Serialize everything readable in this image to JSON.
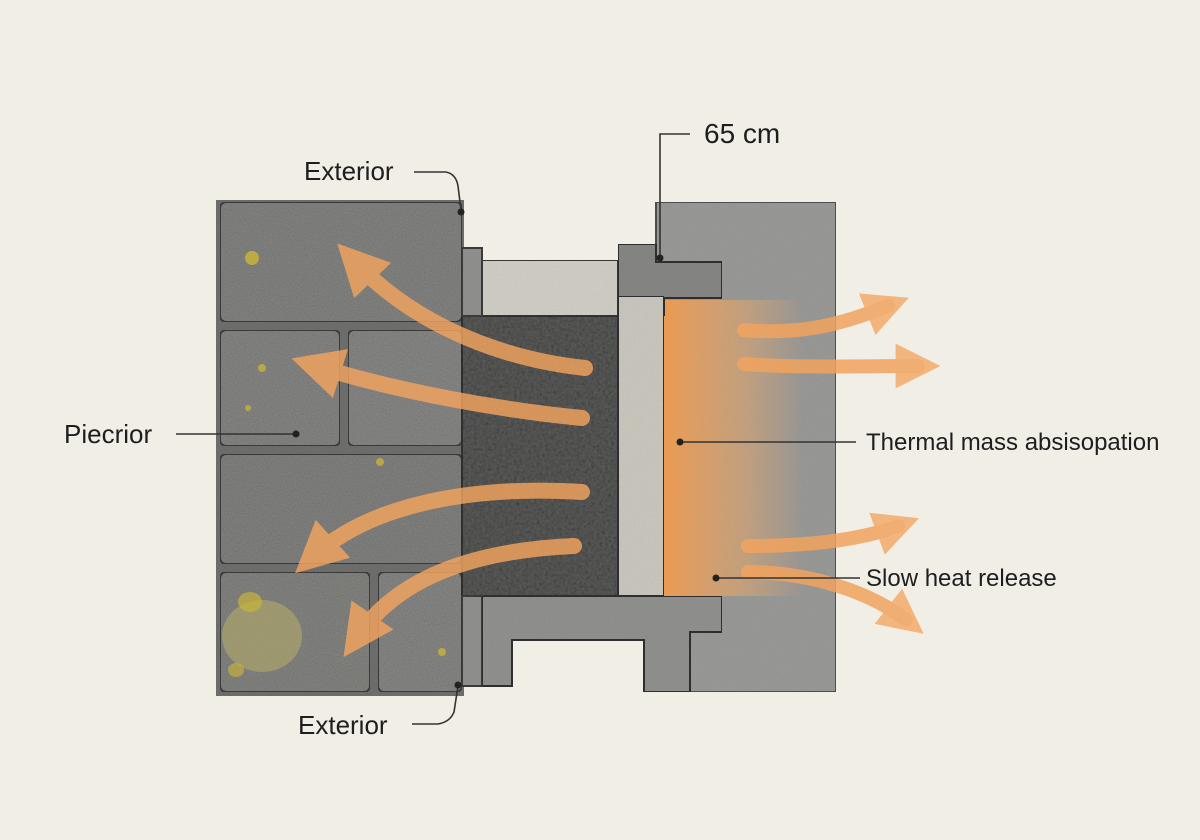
{
  "labels": {
    "exterior_top": "Exterior",
    "exterior_bottom": "Exterior",
    "left_side": "Piecrior",
    "dimension": "65 cm",
    "thermal_mass": "Thermal mass absisopation",
    "slow_release": "Slow heat release"
  },
  "colors": {
    "background": "#f1eee6",
    "stone": "#8f8f8d",
    "lichen": "#c8b33a",
    "gravel": "#575757",
    "render": "#dedbd2",
    "heat": "#f0a25a",
    "interior_wall": "#a3a3a1"
  }
}
